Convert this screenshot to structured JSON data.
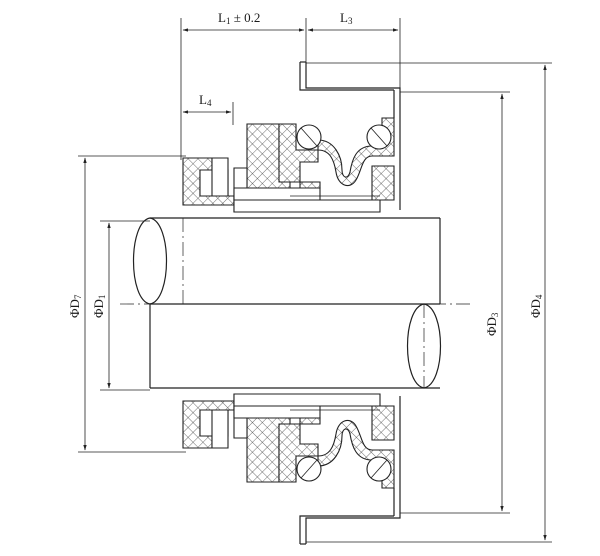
{
  "drawing": {
    "labels": {
      "L1": "L",
      "L1_sub": "1",
      "L1_tol": " ± 0.2",
      "L3": "L",
      "L3_sub": "3",
      "L4": "L",
      "L4_sub": "4",
      "D7": "ΦD",
      "D7_sub": "7",
      "D1": "ΦD",
      "D1_sub": "1",
      "D3": "ΦD",
      "D3_sub": "3",
      "D4": "ΦD",
      "D4_sub": "4"
    }
  }
}
